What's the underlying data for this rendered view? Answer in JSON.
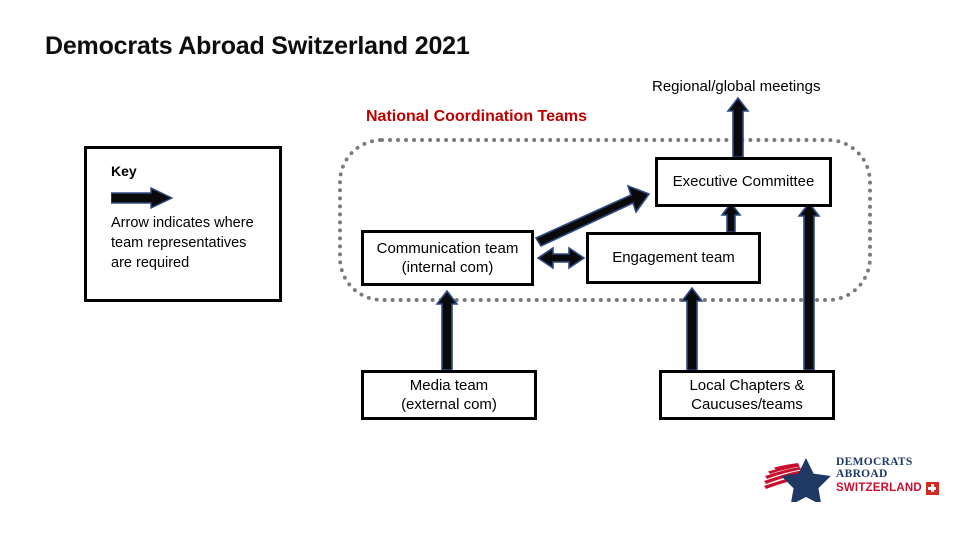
{
  "slide": {
    "title": "Democrats Abroad Switzerland 2021",
    "background_color": "#FFFFFF"
  },
  "key": {
    "title": "Key",
    "arrow_icon": "right-arrow-icon",
    "description": "Arrow indicates where team representatives are required",
    "border_color": "#000000"
  },
  "diagram": {
    "container_label": "National Coordination Teams",
    "container_label_color": "#C00000",
    "container_border_style": "dotted",
    "container_border_color": "#7B7B7B",
    "external_label": "Regional/global meetings",
    "nodes": [
      {
        "id": "exec",
        "label": "Executive Committee",
        "line1": "Executive Committee",
        "line2": ""
      },
      {
        "id": "comm",
        "label": "Communication team (internal com)",
        "line1": "Communication team",
        "line2": "(internal com)"
      },
      {
        "id": "engage",
        "label": "Engagement team",
        "line1": "Engagement team",
        "line2": ""
      },
      {
        "id": "media",
        "label": "Media team (external com)",
        "line1": "Media team",
        "line2": "(external com)"
      },
      {
        "id": "chapters",
        "label": "Local Chapters & Caucuses/teams",
        "line1": "Local Chapters &",
        "line2": "Caucuses/teams"
      }
    ],
    "arrows": [
      {
        "id": "exec-to-regional",
        "from": "Executive Committee",
        "to": "Regional/global meetings",
        "type": "single"
      },
      {
        "id": "comm-to-exec",
        "from": "Communication team",
        "to": "Executive Committee",
        "type": "single-diagonal"
      },
      {
        "id": "comm-engage",
        "from": "Communication team",
        "to": "Engagement team",
        "type": "double"
      },
      {
        "id": "engage-to-exec",
        "from": "Engagement team",
        "to": "Executive Committee",
        "type": "single"
      },
      {
        "id": "media-to-comm",
        "from": "Media team",
        "to": "Communication team",
        "type": "single"
      },
      {
        "id": "chapters-to-engage",
        "from": "Local Chapters",
        "to": "Engagement team",
        "type": "single"
      },
      {
        "id": "chapters-to-exec",
        "from": "Local Chapters",
        "to": "Executive Committee",
        "type": "single"
      }
    ],
    "arrow_fill_color": "#0A0A0A",
    "arrow_outline_color": "#2E4A86"
  },
  "logo": {
    "line1": "DEMOCRATS",
    "line2": "ABROAD",
    "line3": "SWITZERLAND",
    "star_icon": "star-icon",
    "flag_icon": "swiss-flag-icon",
    "navy_color": "#1F3864",
    "red_color": "#C8102E"
  }
}
